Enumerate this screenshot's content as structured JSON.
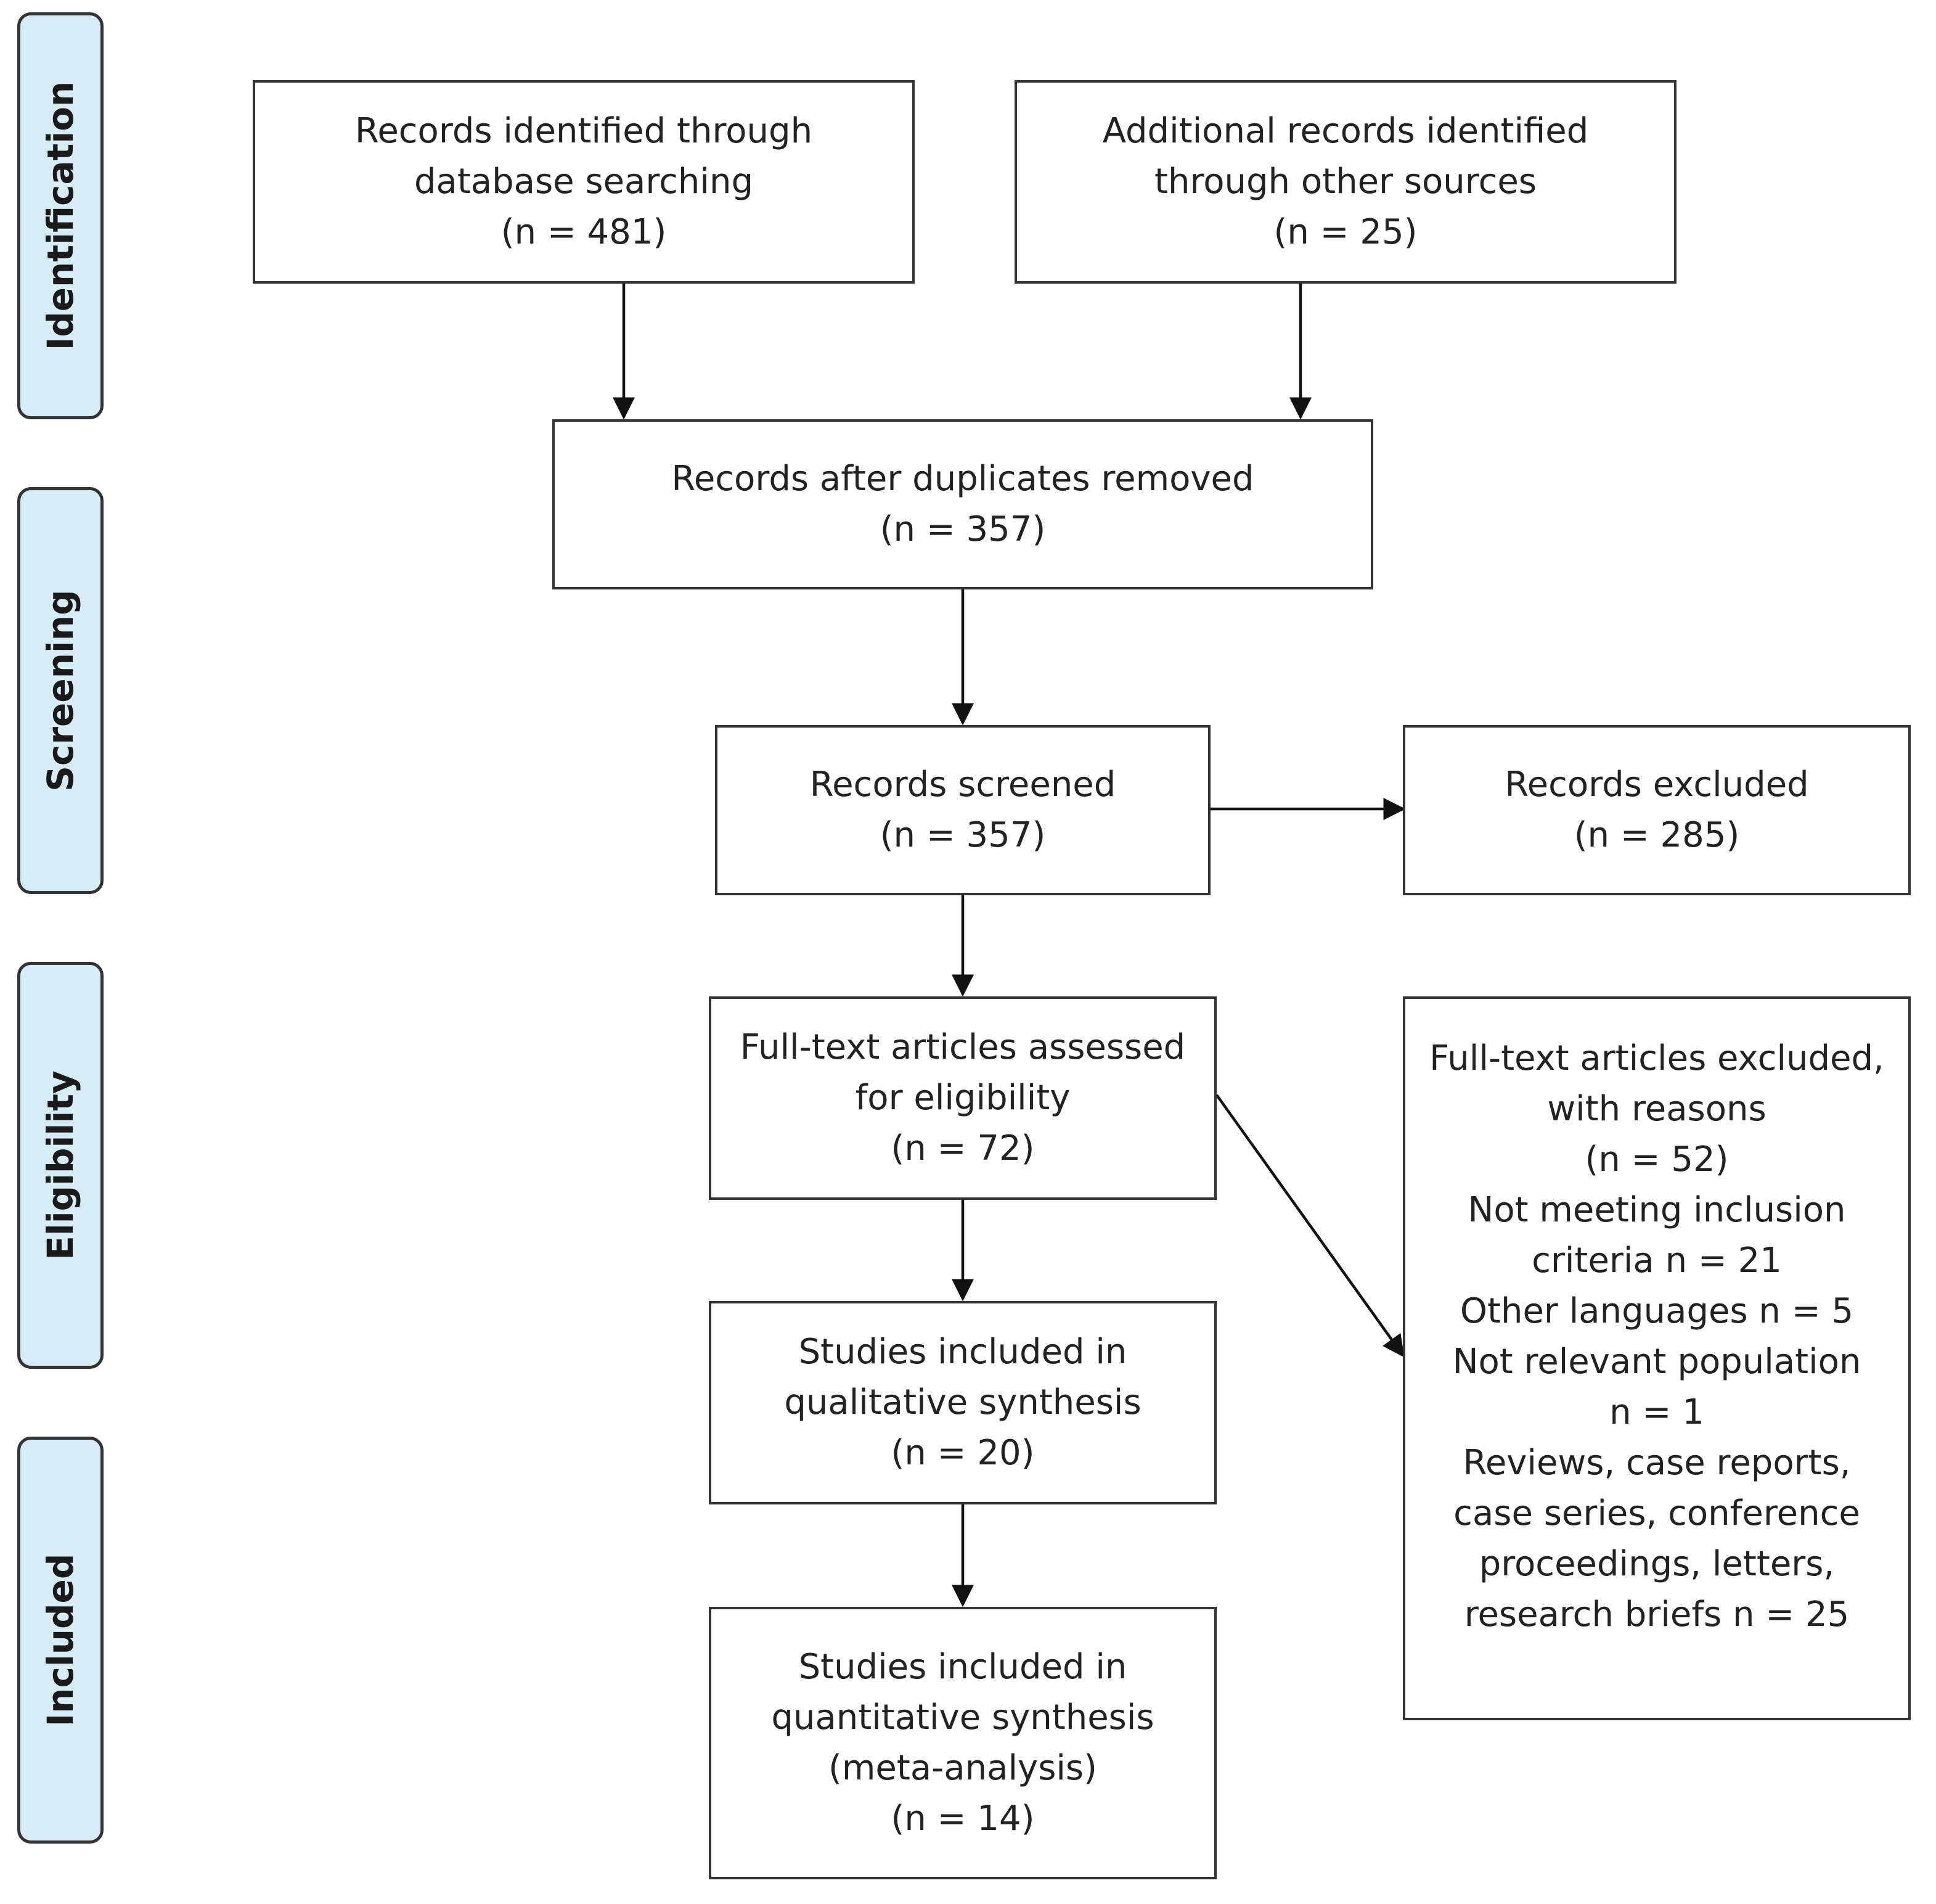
{
  "phases": {
    "identification": "Identification",
    "screening": "Screening",
    "eligibility": "Eligibility",
    "included": "Included"
  },
  "boxes": {
    "database_search": {
      "lines": [
        "Records identified through",
        "database searching",
        "(n = 481)"
      ]
    },
    "other_sources": {
      "lines": [
        "Additional records identified",
        "through other sources",
        "(n = 25)"
      ]
    },
    "after_duplicates": {
      "lines": [
        "Records after duplicates removed",
        "(n = 357)"
      ]
    },
    "screened": {
      "lines": [
        "Records screened",
        "(n = 357)"
      ]
    },
    "excluded": {
      "lines": [
        "Records excluded",
        "(n = 285)"
      ]
    },
    "full_text_assessed": {
      "lines": [
        "Full-text articles assessed",
        "for eligibility",
        "(n = 72)"
      ]
    },
    "full_text_excluded": {
      "lines": [
        "Full-text articles excluded,",
        "with reasons",
        "(n = 52)",
        "Not meeting inclusion",
        "criteria n = 21",
        "Other languages n = 5",
        "Not relevant population",
        "n = 1",
        "Reviews, case reports,",
        "case series, conference",
        "proceedings, letters,",
        "research briefs n = 25"
      ]
    },
    "qualitative": {
      "lines": [
        "Studies included in",
        "qualitative synthesis",
        "(n = 20)"
      ]
    },
    "quantitative": {
      "lines": [
        "Studies included in",
        "quantitative synthesis",
        "(meta-analysis)",
        "(n = 14)"
      ]
    }
  },
  "colors": {
    "phase_fill": "#d6edf7",
    "stroke": "#333333"
  }
}
